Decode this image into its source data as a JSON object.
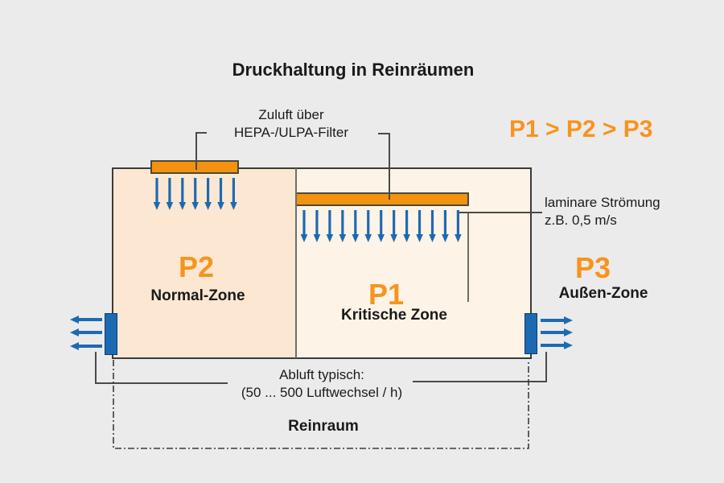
{
  "title": "Druckhaltung in Reinräumen",
  "pressure_relation": "P1 > P2 > P3",
  "supply_label": {
    "line1": "Zuluft über",
    "line2": "HEPA-/ULPA-Filter"
  },
  "laminar_label": {
    "line1": "laminare Strömung",
    "line2": "z.B. 0,5 m/s"
  },
  "zones": {
    "p2": {
      "code": "P2",
      "name": "Normal-Zone"
    },
    "p1": {
      "code": "P1",
      "name": "Kritische Zone"
    },
    "p3": {
      "code": "P3",
      "name": "Außen-Zone"
    }
  },
  "exhaust_label": {
    "line1": "Abluft typisch:",
    "line2": "(50 ... 500 Luftwechsel / h)"
  },
  "cleanroom_label": "Reinraum",
  "arrows": {
    "supply_left_count": 7,
    "supply_right_count": 13,
    "exhaust_left_count": 3,
    "exhaust_right_count": 3
  },
  "colors": {
    "background": "#EBEBEB",
    "orange_text": "#F7941E",
    "filter_orange": "#F2920E",
    "blue": "#1C6AB2",
    "zone_p2_fill": "#FCE8D2",
    "zone_p1_fill": "#FDF4E7",
    "line": "#3B3B39"
  }
}
